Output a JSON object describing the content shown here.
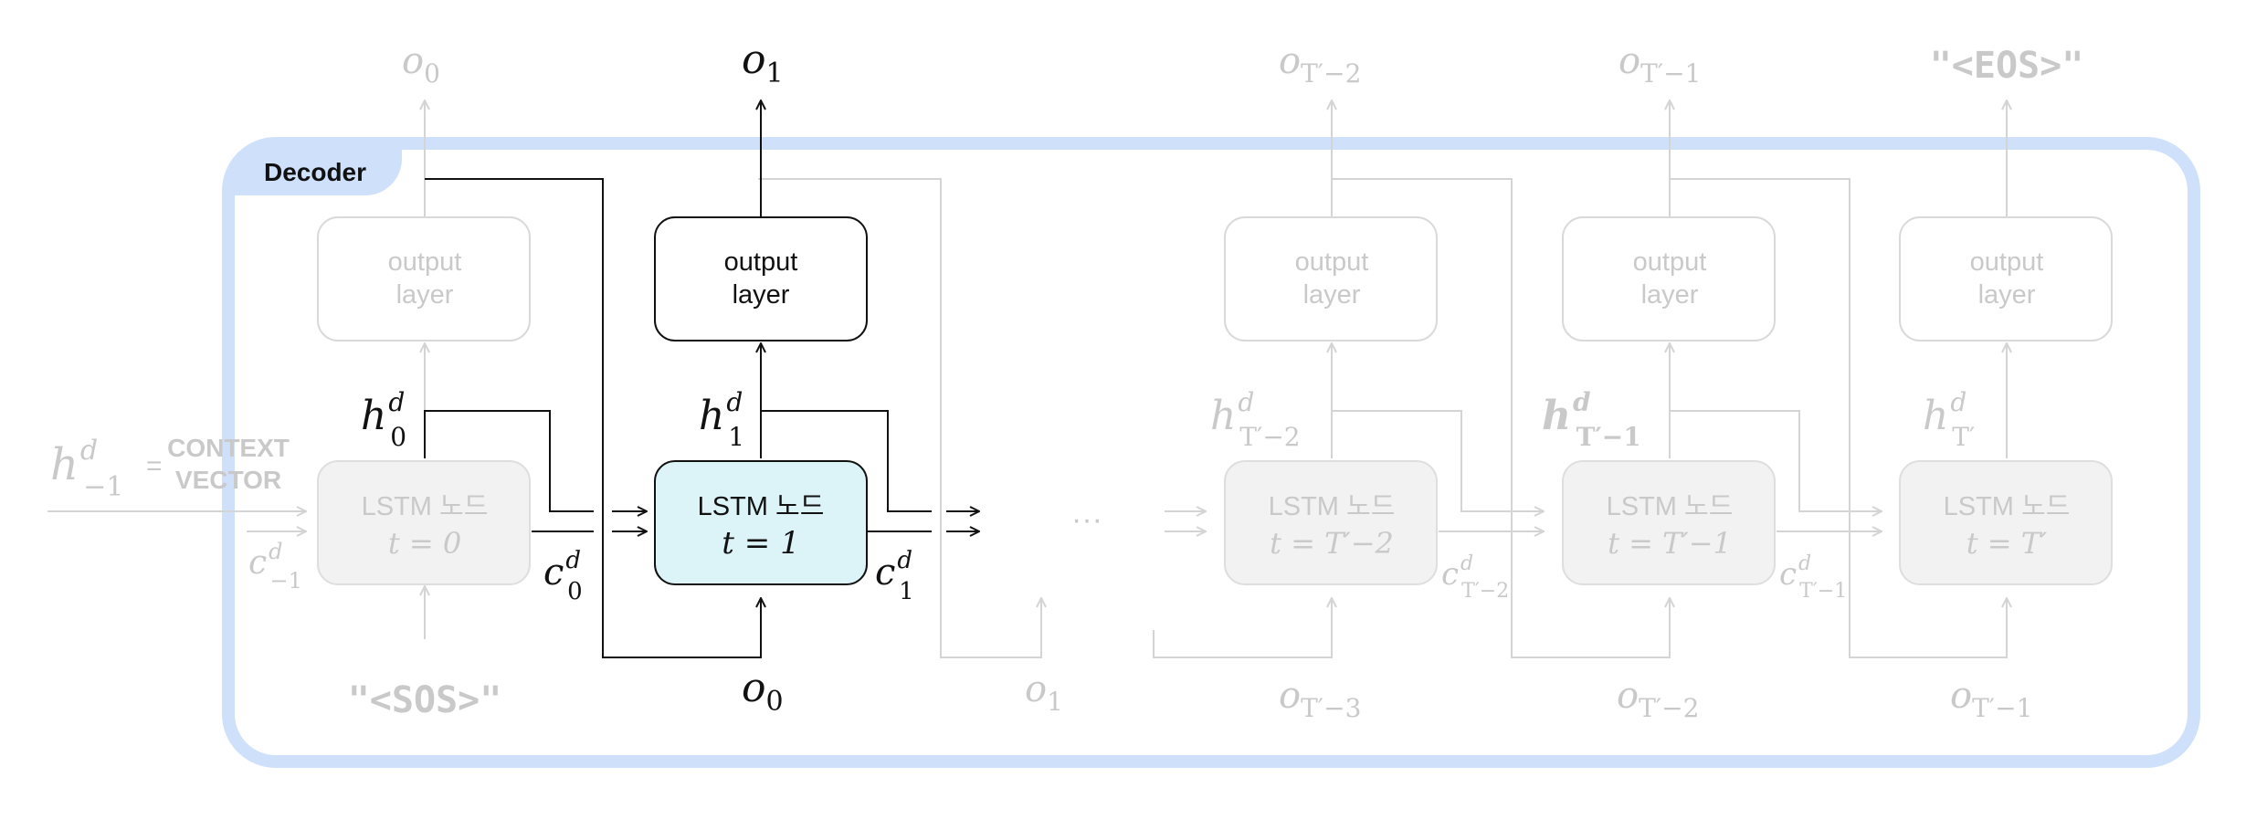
{
  "decoder_label": "Decoder",
  "context": {
    "line1": "CONTEXT",
    "line2": "VECTOR",
    "equals": "=",
    "h_sym": "h",
    "h_sup": "d",
    "h_sub": "−1",
    "c_sym": "c",
    "c_sup": "d",
    "c_sub": "−1"
  },
  "dots": "···",
  "cells": [
    {
      "lstm": "LSTM 노드",
      "t_label": "t = 0",
      "output_line1": "output",
      "output_line2": "layer",
      "out_sym": "o",
      "out_sub": "0",
      "h_sym": "h",
      "h_sup": "d",
      "h_sub": "0",
      "c_sym": "c",
      "c_sup": "d",
      "c_sub": "0",
      "input_text": "\"<SOS>\"",
      "state": "faded"
    },
    {
      "lstm": "LSTM 노드",
      "t_label": "t = 1",
      "output_line1": "output",
      "output_line2": "layer",
      "out_sym": "o",
      "out_sub": "1",
      "h_sym": "h",
      "h_sup": "d",
      "h_sub": "1",
      "c_sym": "c",
      "c_sup": "d",
      "c_sub": "1",
      "in_sym": "o",
      "in_sub": "0",
      "state": "active"
    },
    {
      "lstm": "LSTM 노드",
      "t_label": "t = T′−2",
      "output_line1": "output",
      "output_line2": "layer",
      "out_sym": "o",
      "out_sub": "T′−2",
      "h_sym": "h",
      "h_sup": "d",
      "h_sub": "T′−2",
      "c_sym": "c",
      "c_sup": "d",
      "c_sub": "T′−2",
      "in_sym": "o",
      "in_sub": "T′−3",
      "state": "faded"
    },
    {
      "lstm": "LSTM 노드",
      "t_label": "t = T′−1",
      "output_line1": "output",
      "output_line2": "layer",
      "out_sym": "o",
      "out_sub": "T′−1",
      "h_sym": "h",
      "h_sup": "d",
      "h_sub": "T′−1",
      "c_sym": "c",
      "c_sup": "d",
      "c_sub": "T′−1",
      "in_sym": "o",
      "in_sub": "T′−2",
      "state": "faded"
    },
    {
      "lstm": "LSTM 노드",
      "t_label": "t = T′",
      "output_line1": "output",
      "output_line2": "layer",
      "out_text": "\"<EOS>\"",
      "h_sym": "h",
      "h_sup": "d",
      "h_sub": "T′",
      "in_sym": "o",
      "in_sub": "T′−1",
      "state": "faded"
    }
  ],
  "gap_input": {
    "sym": "o",
    "sub": "1"
  },
  "colors": {
    "decoder_border": "#cfe0fb",
    "active_fill": "#dcf3f8",
    "faded_box_fill": "#f2f2f2",
    "faded_line": "#d4d4d4",
    "faded_text": "#c9c9c9",
    "dark": "#111111"
  }
}
